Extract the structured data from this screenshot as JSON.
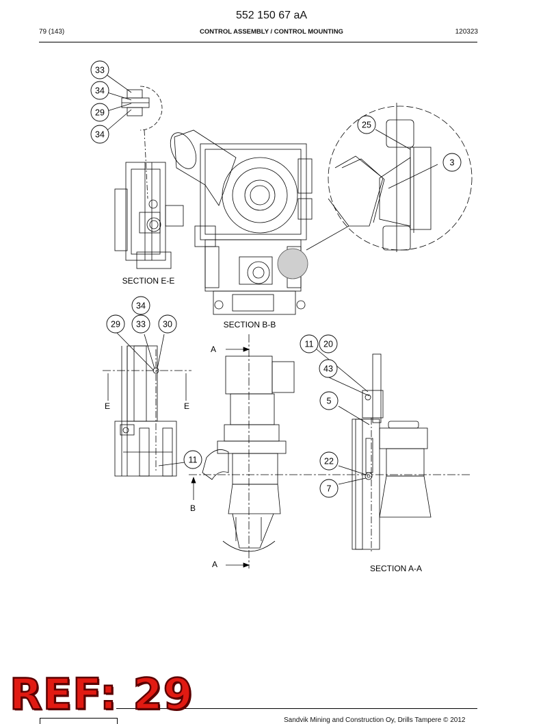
{
  "header": {
    "doc_number": "552 150 67 aA",
    "page": "79 (143)",
    "title": "CONTROL ASSEMBLY / CONTROL MOUNTING",
    "code": "120323"
  },
  "sections": {
    "ee": "SECTION E-E",
    "bb": "SECTION B-B",
    "aa": "SECTION A-A"
  },
  "cut_markers": {
    "a": "A",
    "b": "B",
    "e": "E"
  },
  "callouts": {
    "c33": "33",
    "c34": "34",
    "c29": "29",
    "c34b": "34",
    "c25": "25",
    "c3": "3",
    "c34c": "34",
    "c29b": "29",
    "c33b": "33",
    "c30": "30",
    "c11": "11",
    "c20": "20",
    "c43": "43",
    "c5": "5",
    "c11b": "11",
    "c22": "22",
    "c7": "7"
  },
  "ref_stamp": "REF: 29",
  "footer": "Sandvik Mining and Construction Oy, Drills Tampere © 2012"
}
